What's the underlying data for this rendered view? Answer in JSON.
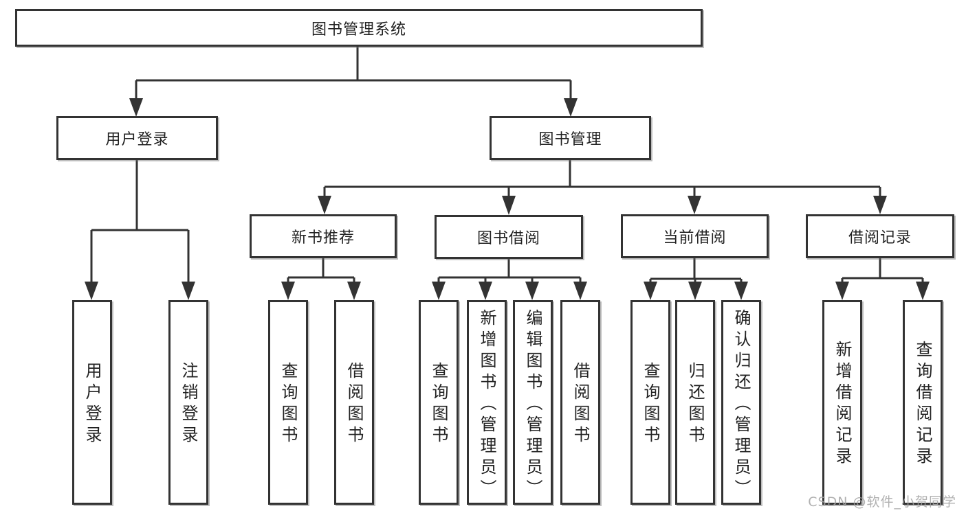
{
  "diagram": {
    "root": "图书管理系统",
    "level2": [
      "用户登录",
      "图书管理"
    ],
    "level3": [
      "新书推荐",
      "图书借阅",
      "当前借阅",
      "借阅记录"
    ],
    "leaves_user_login": [
      "用户登录",
      "注销登录"
    ],
    "leaves_new_book": [
      "查询图书",
      "借阅图书"
    ],
    "leaves_book_borrow": [
      "查询图书",
      "新增图书（管理员）",
      "编辑图书（管理员）",
      "借阅图书"
    ],
    "leaves_current_borrow": [
      "查询图书",
      "归还图书",
      "确认归还（管理员）"
    ],
    "leaves_borrow_records": [
      "新增借阅记录",
      "查询借阅记录"
    ],
    "watermark": "CSDN @软件_小贺同学",
    "colors": {
      "line": "#333333",
      "text": "#222222",
      "background": "#ffffff",
      "watermark": "#a4a4a4"
    }
  }
}
